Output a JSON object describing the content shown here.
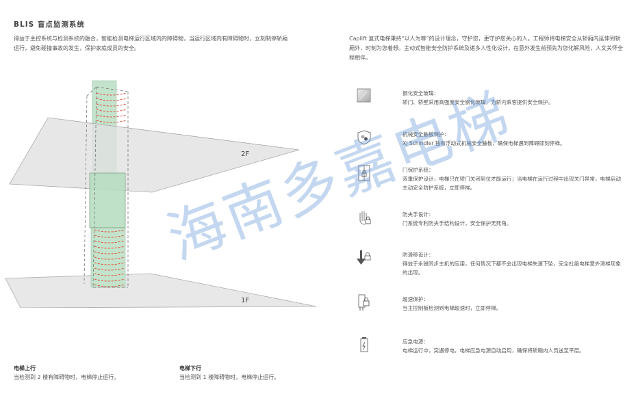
{
  "title": "BLIS 盲点监测系统",
  "intro_left": "得益于主控系统与检测系统的融合，智能检测电梯运行区域内的障碍物，当运行区域内有障碍物时，立刻制停轿厢运行，避免碰撞事故的发生，保护家庭成员的安全。",
  "intro_right": "Caplift 复式电梯秉持“以人为尊”的设计理念，守护您，更守护您关心的人。工程师将电梯安全从轿厢内延伸到轿厢外，时刻为您着想。主动式智能安全防护系统及诸多人性化设计，在意外发生前预先为您化解风险，人文关怀全程相伴。",
  "diagram": {
    "floor_upper": "2F",
    "floor_lower": "1F"
  },
  "captions": [
    {
      "heading": "电梯上行",
      "text": "当检测到 2 楼有障碍物时，电梯停止运行。"
    },
    {
      "heading": "电梯下行",
      "text": "当检测到 1 楼障碍物时，电梯停止运行。"
    }
  ],
  "features": [
    {
      "icon": "tempered-glass-icon",
      "heading": "钢化安全玻璃：",
      "text": "轿门、轿壁采用高强度安全钢化玻璃，为轿内乘客提供安全保护。"
    },
    {
      "icon": "shield-gear-icon",
      "heading": "机械安全触板保护：",
      "text": "XJ Schindler 独有浮动式机械安全触板，确保电梯遇到障碍即刻停梯。"
    },
    {
      "icon": "door-lock-icon",
      "heading": "门保护系统：",
      "text": "双重保护设计，电梯只在轿门关闭到位才能运行；当电梯在运行过程中出现关门异常，电梯启动主动安全防护系统，立即停梯。"
    },
    {
      "icon": "hand-lock-icon",
      "heading": "防夹手设计：",
      "text": "门系统专利防夹手结构设计，安全保护无死角。"
    },
    {
      "icon": "arrow-down-lock-icon",
      "heading": "防滑移设计：",
      "text": "得益于永磁同步主机的应用，任何情况下都不会出现电梯失速下坠，完全杜绝电梯意外滑梯现象的出现。"
    },
    {
      "icon": "overspeed-lock-icon",
      "heading": "超速保护：",
      "text": "当主控制板检测到电梯超速时，立即停梯。"
    },
    {
      "icon": "battery-icon",
      "heading": "应急电源：",
      "text": "电梯运行中，突遇停电，电梯应急电源自动启用，确保将轿厢内人员送至平层。"
    }
  ],
  "watermark": "海南多嘉电梯",
  "colors": {
    "shaft": "#b9dcc4",
    "sensor": "#e0503a",
    "floor": "#e6e6e6"
  }
}
